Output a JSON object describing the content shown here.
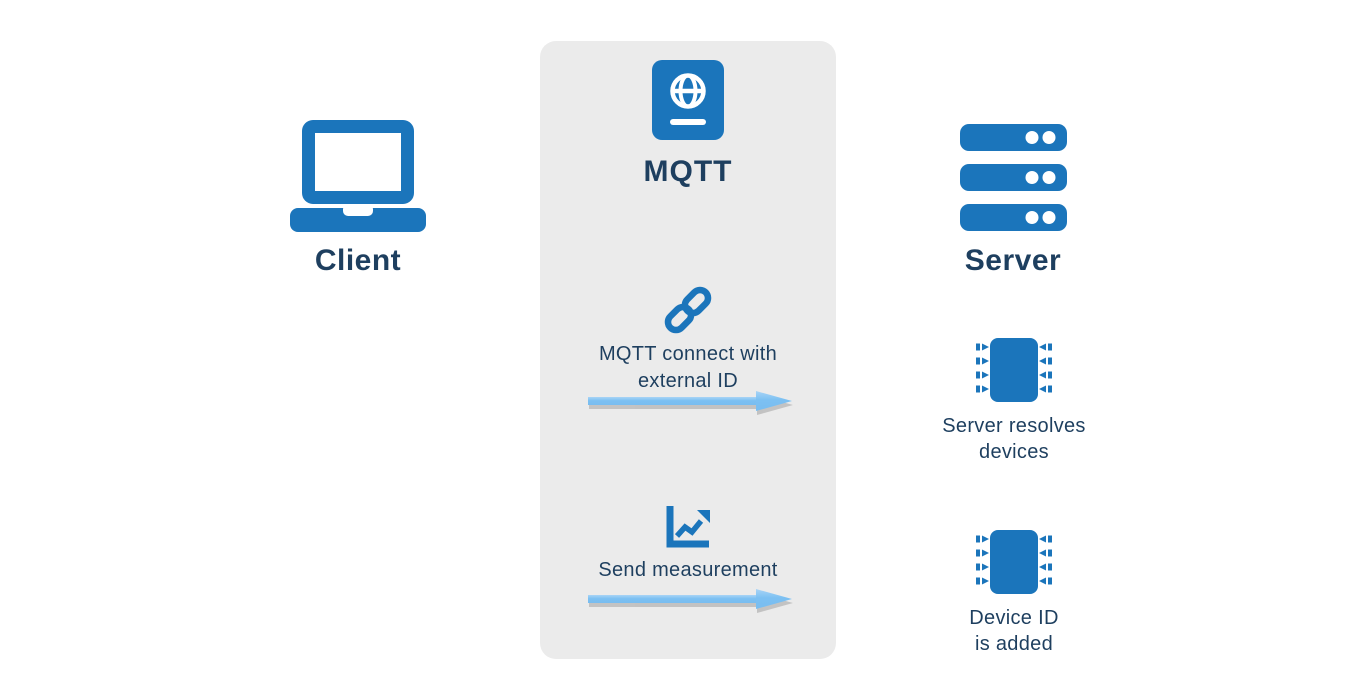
{
  "diagram": {
    "client": {
      "label": "Client",
      "icon": "laptop-icon"
    },
    "protocol": {
      "label": "MQTT",
      "icon": "passport-globe-icon"
    },
    "server": {
      "label": "Server",
      "icon": "server-stack-icon"
    },
    "client_steps": [
      {
        "icon": "link-icon",
        "line1": "MQTT connect with",
        "line2": "external ID",
        "arrow": "right"
      },
      {
        "icon": "chart-line-icon",
        "line1": "Send measurement",
        "line2": "",
        "arrow": "right"
      }
    ],
    "server_steps": [
      {
        "icon": "microchip-icon",
        "line1": "Server resolves",
        "line2": "devices"
      },
      {
        "icon": "microchip-icon",
        "line1": "Device ID",
        "line2": "is added"
      }
    ]
  },
  "colors": {
    "icon-blue": "#1b75bb",
    "text-navy": "#1e3f5f",
    "arrow-blue": "#7cc0f2",
    "arrow-blue-light": "#a9d4f6",
    "arrow-shadow": "#b9b9b9",
    "panel-gray": "#ebebeb",
    "background": "#ffffff"
  }
}
